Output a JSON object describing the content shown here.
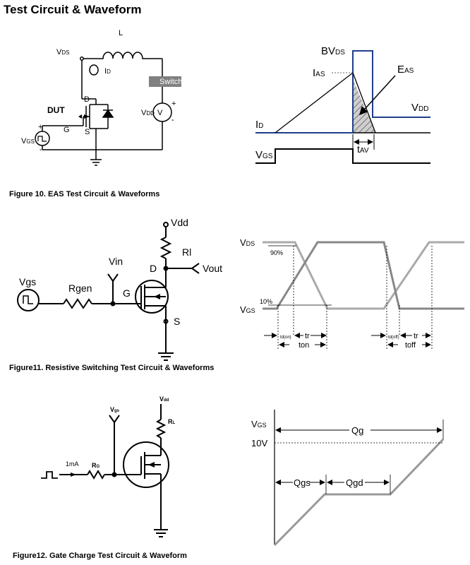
{
  "page_title": "Test Circuit & Waveform",
  "figure10": {
    "caption": "Figure 10. EAS Test Circuit & Waveforms",
    "circuit": {
      "L": "L",
      "vds": "V",
      "vds_sub": "DS",
      "id": "I",
      "id_sub": "D",
      "switch": "Switch",
      "dut": "DUT",
      "d": "D",
      "g": "G",
      "s": "S",
      "vdd": "V",
      "vdd_sub": "DD",
      "vsym": "V",
      "plus": "+",
      "minus": "-",
      "vgs": "V",
      "vgs_sub": "GS"
    },
    "waveform": {
      "bvds": "BV",
      "bvds_sub": "DS",
      "ias": "I",
      "ias_sub": "AS",
      "eas": "E",
      "eas_sub": "AS",
      "vdd": "V",
      "vdd_sub": "DD",
      "id": "I",
      "id_sub": "D",
      "vgs": "V",
      "vgs_sub": "GS",
      "tav": "t",
      "tav_sub": "AV"
    }
  },
  "figure11": {
    "caption": "Figure11.  Resistive Switching Test Circuit & Waveforms",
    "circuit": {
      "vdd": "Vdd",
      "rl": "Rl",
      "vout": "Vout",
      "vin": "Vin",
      "d": "D",
      "g": "G",
      "s": "S",
      "vgs": "Vgs",
      "rgen": "Rgen"
    },
    "waveform": {
      "vds": "V",
      "vds_sub": "DS",
      "vgs": "V",
      "vgs_sub": "GS",
      "p90": "90%",
      "p10": "10%",
      "tdon": "td(on)",
      "tr1": "tr",
      "ton": "ton",
      "tdoff": "td(off)",
      "tr2": "tr",
      "toff": "toff"
    }
  },
  "figure12": {
    "caption": "Figure12. Gate Charge Test Circuit & Waveform",
    "circuit": {
      "vdd": "V",
      "vdd_sub": "dd",
      "vgs": "V",
      "vgs_sub": "gs",
      "rl": "R",
      "rl_sub": "L",
      "rg": "R",
      "rg_sub": "G",
      "ma": "1mA"
    },
    "waveform": {
      "vgs": "V",
      "vgs_sub": "GS",
      "v10": "10V",
      "qg": "Qg",
      "qgs": "Qgs",
      "qgd": "Qgd"
    }
  }
}
